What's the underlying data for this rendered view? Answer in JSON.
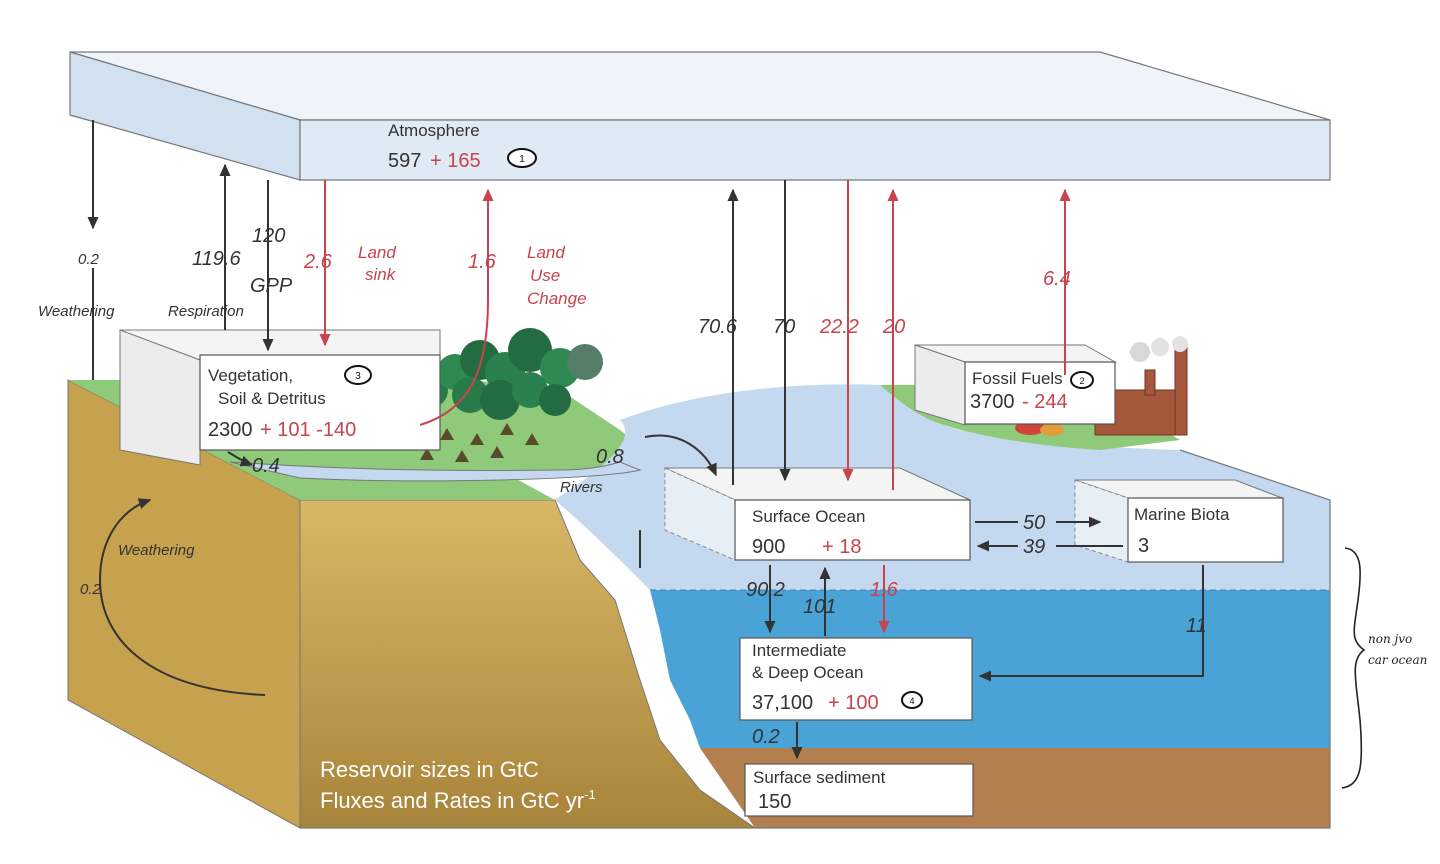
{
  "reservoirs": {
    "atmosphere": {
      "name": "Atmosphere",
      "base": "597",
      "change": "+ 165",
      "marker": "1"
    },
    "vegetation": {
      "name_line1": "Vegetation,",
      "name_line2": "Soil & Detritus",
      "base": "2300",
      "change": "+ 101 -140",
      "marker": "3"
    },
    "fossil": {
      "name": "Fossil Fuels",
      "base": "3700",
      "change": "- 244",
      "marker": "2"
    },
    "surface_ocean": {
      "name": "Surface Ocean",
      "base": "900",
      "change": "+ 18"
    },
    "marine_biota": {
      "name": "Marine Biota",
      "base": "3"
    },
    "deep_ocean": {
      "name_line1": "Intermediate",
      "name_line2": "& Deep Ocean",
      "base": "37,100",
      "change": "+ 100",
      "marker": "4"
    },
    "sediment": {
      "name": "Surface sediment",
      "base": "150"
    }
  },
  "fluxes": {
    "weathering_atm": "0.2",
    "weathering_atm_label": "Weathering",
    "respiration": "119.6",
    "respiration_label": "Respiration",
    "gpp": "120",
    "gpp_label": "GPP",
    "land_sink": "2.6",
    "land_sink_line1": "Land",
    "land_sink_line2": "sink",
    "land_use": "1.6",
    "land_use_line1": "Land",
    "land_use_line2": "Use",
    "land_use_line3": "Change",
    "ocean_out": "70.6",
    "ocean_in": "70",
    "ocean_in_anthro": "22.2",
    "ocean_out_anthro": "20",
    "fossil_emission": "6.4",
    "rivers_veg": "0.4",
    "rivers_ocean": "0.8",
    "rivers_label": "Rivers",
    "weathering_rock": "0.2",
    "weathering_rock_label": "Weathering",
    "to_biota": "50",
    "from_biota": "39",
    "downwelling": "90.2",
    "upwelling": "101",
    "anthro_deep": "1.6",
    "biota_sink": "11",
    "sedimentation": "0.2"
  },
  "legend": {
    "line1": "Reservoir sizes in GtC",
    "line2": "Fluxes and Rates in GtC yr",
    "line2_sup": "-1"
  },
  "annotation": {
    "line1": "non jvo",
    "line2": "car ocean"
  },
  "colors": {
    "atmosphere": "#dfeaf5",
    "land_green": "#8fc97a",
    "soil": "#c9a64e",
    "surface_water": "#c4d9ef",
    "deep_water": "#4aa3d6",
    "sediment": "#b47f4f",
    "anthropogenic_red": "#c8434d",
    "natural_black": "#333333"
  }
}
